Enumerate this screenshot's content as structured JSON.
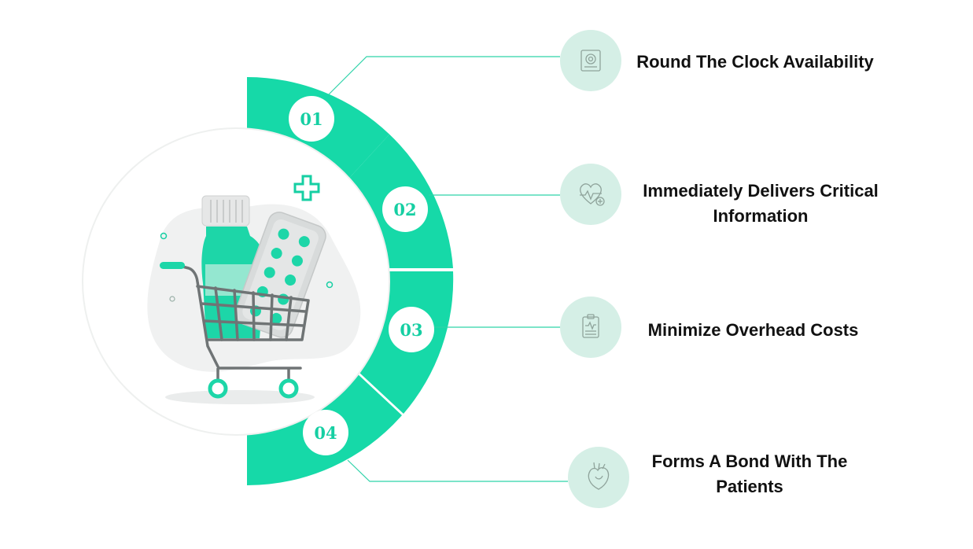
{
  "colors": {
    "accent": "#16d9a8",
    "accent_dark": "#12c497",
    "icon_circle": "#d5efe6",
    "line": "#2fd3a9"
  },
  "center_illustration": {
    "icons": [
      "shopping-cart-icon",
      "medicine-bottle-icon",
      "pill-blister-icon",
      "medical-cross-icon"
    ]
  },
  "steps": [
    {
      "number": "01",
      "label_lines": [
        "Round The Clock Availability"
      ],
      "icon": "tablet-device-icon"
    },
    {
      "number": "02",
      "label_lines": [
        "Immediately Delivers Critical",
        "Information"
      ],
      "icon": "heart-monitor-icon"
    },
    {
      "number": "03",
      "label_lines": [
        "Minimize Overhead Costs"
      ],
      "icon": "clipboard-chart-icon"
    },
    {
      "number": "04",
      "label_lines": [
        "Forms A Bond With The",
        "Patients"
      ],
      "icon": "anatomical-heart-icon"
    }
  ]
}
